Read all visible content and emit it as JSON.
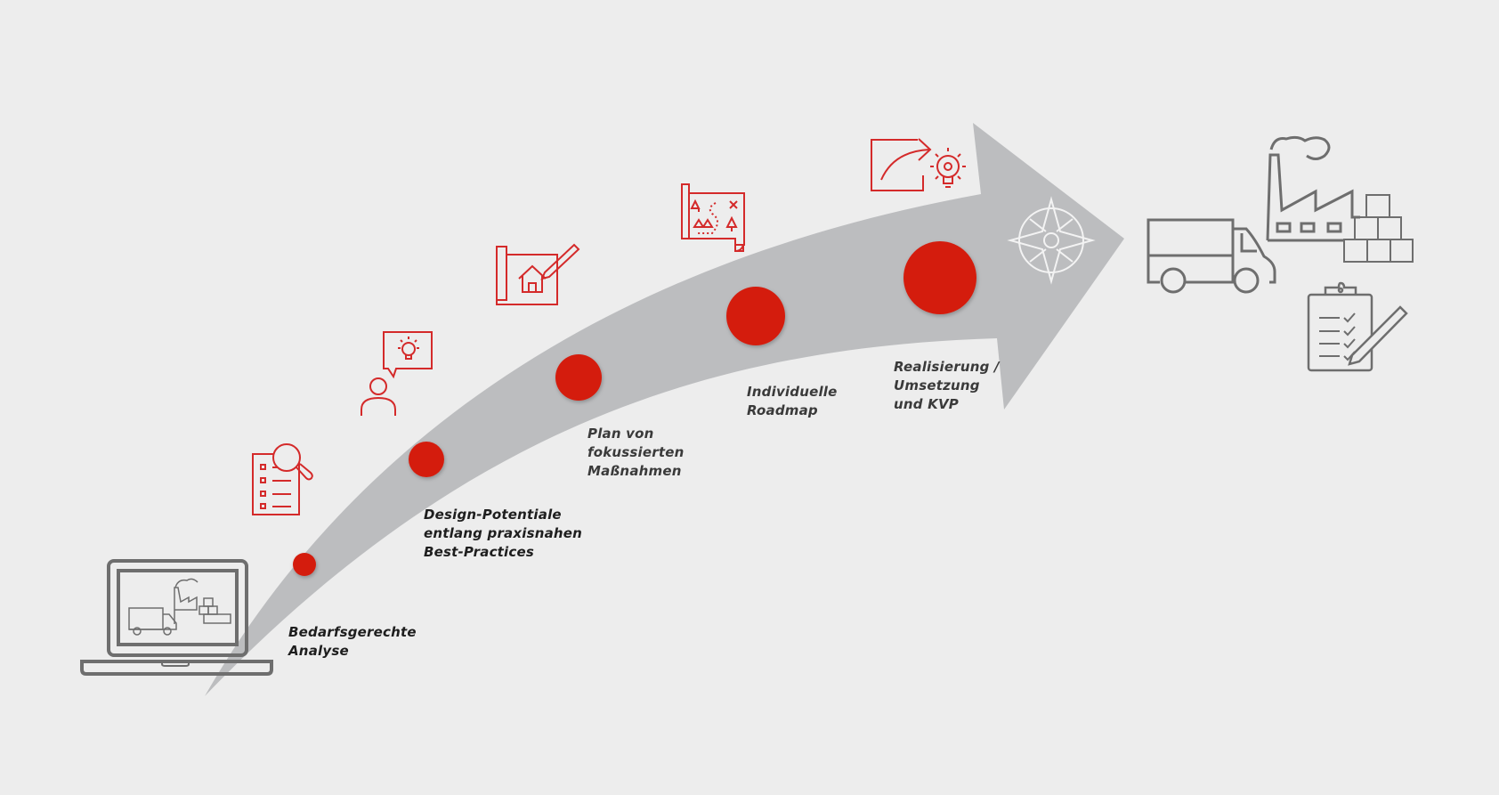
{
  "colors": {
    "background": "#ededed",
    "arrow": "#bcbdbf",
    "accent_red": "#d41e10",
    "icon_grey": "#6e6e6e",
    "icon_red": "#d42a2a",
    "compass": "#f2f2f2"
  },
  "steps": [
    {
      "label": "Bedarfsgerechte\nAnalyse",
      "icon": "checklist-magnifier-icon"
    },
    {
      "label": "Design-Potentiale\nentlang praxisnahen\nBest-Practices",
      "icon": "person-idea-bubble-icon"
    },
    {
      "label": "Plan von\nfokussierten\nMaßnahmen",
      "icon": "blueprint-house-pencil-icon"
    },
    {
      "label": "Individuelle\nRoadmap",
      "icon": "treasure-map-icon"
    },
    {
      "label": "Realisierung /\nUmsetzung\nund KVP",
      "icon": "growth-arrow-lightbulb-icon"
    }
  ],
  "start_icon": "laptop-logistics-icon",
  "arrow_icon": "compass-rose-icon",
  "end_icons": [
    "truck-icon",
    "factory-icon",
    "boxes-icon",
    "clipboard-checklist-icon"
  ]
}
